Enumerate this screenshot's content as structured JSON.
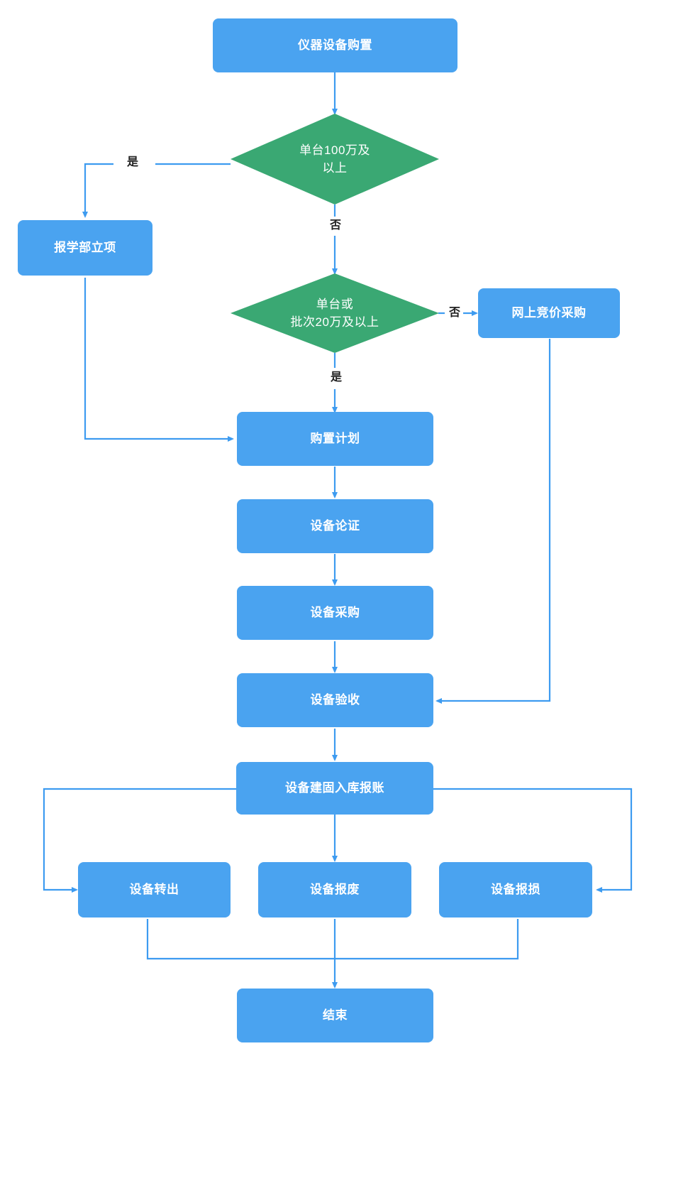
{
  "diagram": {
    "title_node": "仪器设备购置",
    "colors": {
      "process_fill": "#4aa3f0",
      "decision_fill": "#3aa873",
      "connector": "#3d9bf0",
      "node_text": "#ffffff",
      "label_text": "#222222",
      "background": "#ffffff"
    },
    "nodes": {
      "start": {
        "label": "仪器设备购置",
        "type": "process"
      },
      "decision_100w": {
        "label": "单台100万及\n以上",
        "type": "decision"
      },
      "report_faculty": {
        "label": "报学部立项",
        "type": "process"
      },
      "decision_20w": {
        "label": "单台或\n批次20万及以上",
        "type": "decision"
      },
      "online_bidding": {
        "label": "网上竞价采购",
        "type": "process"
      },
      "purchase_plan": {
        "label": "购置计划",
        "type": "process"
      },
      "equipment_review": {
        "label": "设备论证",
        "type": "process"
      },
      "equipment_procurement": {
        "label": "设备采购",
        "type": "process"
      },
      "equipment_acceptance": {
        "label": "设备验收",
        "type": "process"
      },
      "asset_registration": {
        "label": "设备建固入库报账",
        "type": "process"
      },
      "equipment_transfer_out": {
        "label": "设备转出",
        "type": "process"
      },
      "equipment_scrap": {
        "label": "设备报废",
        "type": "process"
      },
      "equipment_loss": {
        "label": "设备报损",
        "type": "process"
      },
      "end": {
        "label": "结束",
        "type": "process"
      }
    },
    "edge_labels": {
      "yes_100w": "是",
      "no_100w": "否",
      "no_20w": "否",
      "yes_20w": "是"
    }
  }
}
